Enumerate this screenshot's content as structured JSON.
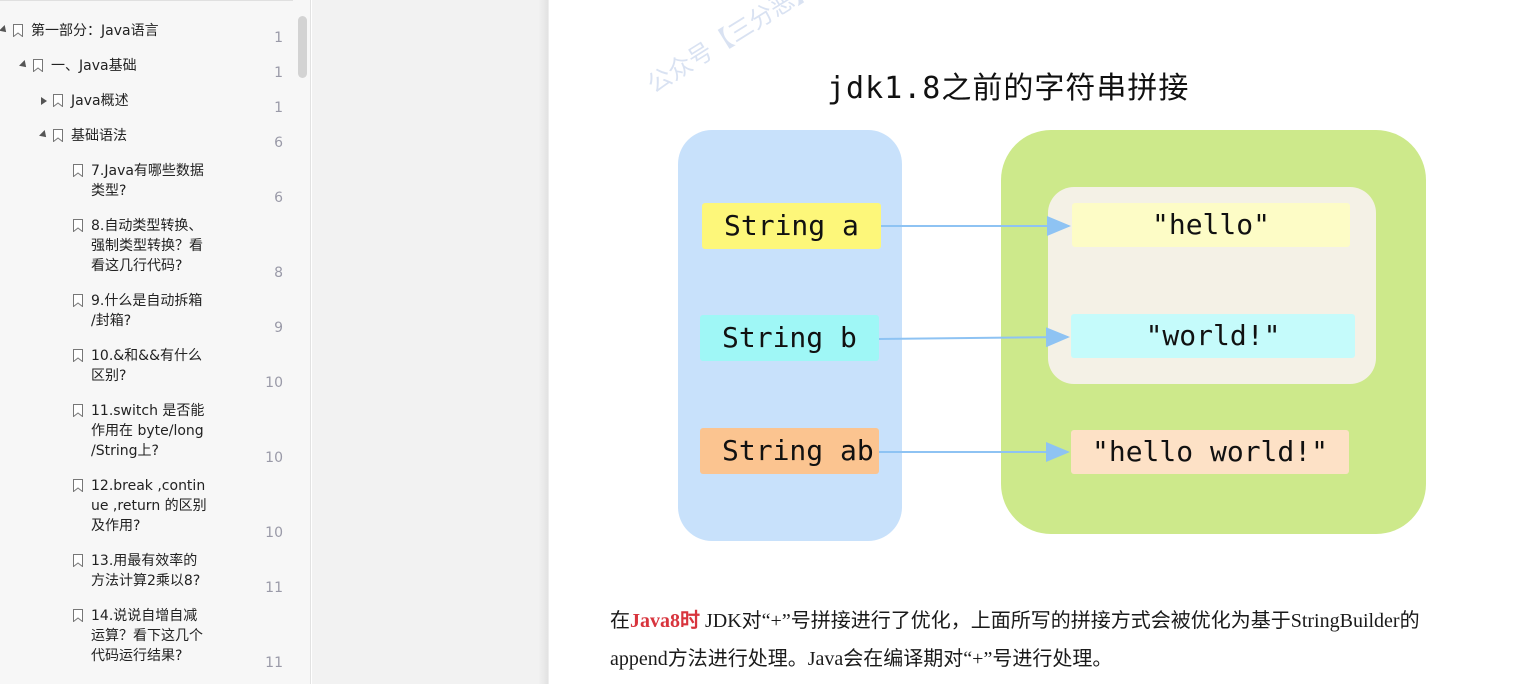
{
  "outline": {
    "items": [
      {
        "label": "第一部分：Java语言",
        "page": "1",
        "toggle": "open"
      },
      {
        "label": "一、Java基础",
        "page": "1",
        "toggle": "open"
      },
      {
        "label": "Java概述",
        "page": "1",
        "toggle": "closed"
      },
      {
        "label": "基础语法",
        "page": "6",
        "toggle": "open"
      },
      {
        "label": "7.Java有哪些数据\n类型?",
        "page": "6",
        "toggle": "none"
      },
      {
        "label": "8.自动类型转换、\n强制类型转换？看\n看这几行代码?",
        "page": "8",
        "toggle": "none"
      },
      {
        "label": "9.什么是自动拆箱\n/封箱?",
        "page": "9",
        "toggle": "none"
      },
      {
        "label": "10.&和&&有什么\n区别?",
        "page": "10",
        "toggle": "none"
      },
      {
        "label": "11.switch 是否能\n作用在 byte/long\n/String上?",
        "page": "10",
        "toggle": "none"
      },
      {
        "label": "12.break ,contin\nue ,return 的区别\n及作用?",
        "page": "10",
        "toggle": "none"
      },
      {
        "label": "13.用最有效率的\n方法计算2乘以8?",
        "page": "11",
        "toggle": "none"
      },
      {
        "label": "14.说说自增自减\n运算？看下这几个\n代码运行结果?",
        "page": "11",
        "toggle": "none"
      }
    ]
  },
  "figure": {
    "title": "jdk1.8之前的字符串拼接",
    "watermark": "公众号【三分恶】",
    "variables": [
      "String a",
      "String b",
      "String ab"
    ],
    "values": [
      "\"hello\"",
      "\"world!\"",
      "\"hello world!\""
    ]
  },
  "text": {
    "para1_pre": "在",
    "para1_highlight": "Java8时",
    "para1_post": " JDK对“+”号拼接进行了优化，上面所写的拼接方式会被优化为基于StringBuilder的",
    "para2": "append方法进行处理。Java会在编译期对“+”号进行处理。"
  },
  "colors": {
    "highlight": "#d8343d",
    "stack": "#c8e1fb",
    "heap": "#cde98b",
    "arrow": "#8ec3f3"
  }
}
